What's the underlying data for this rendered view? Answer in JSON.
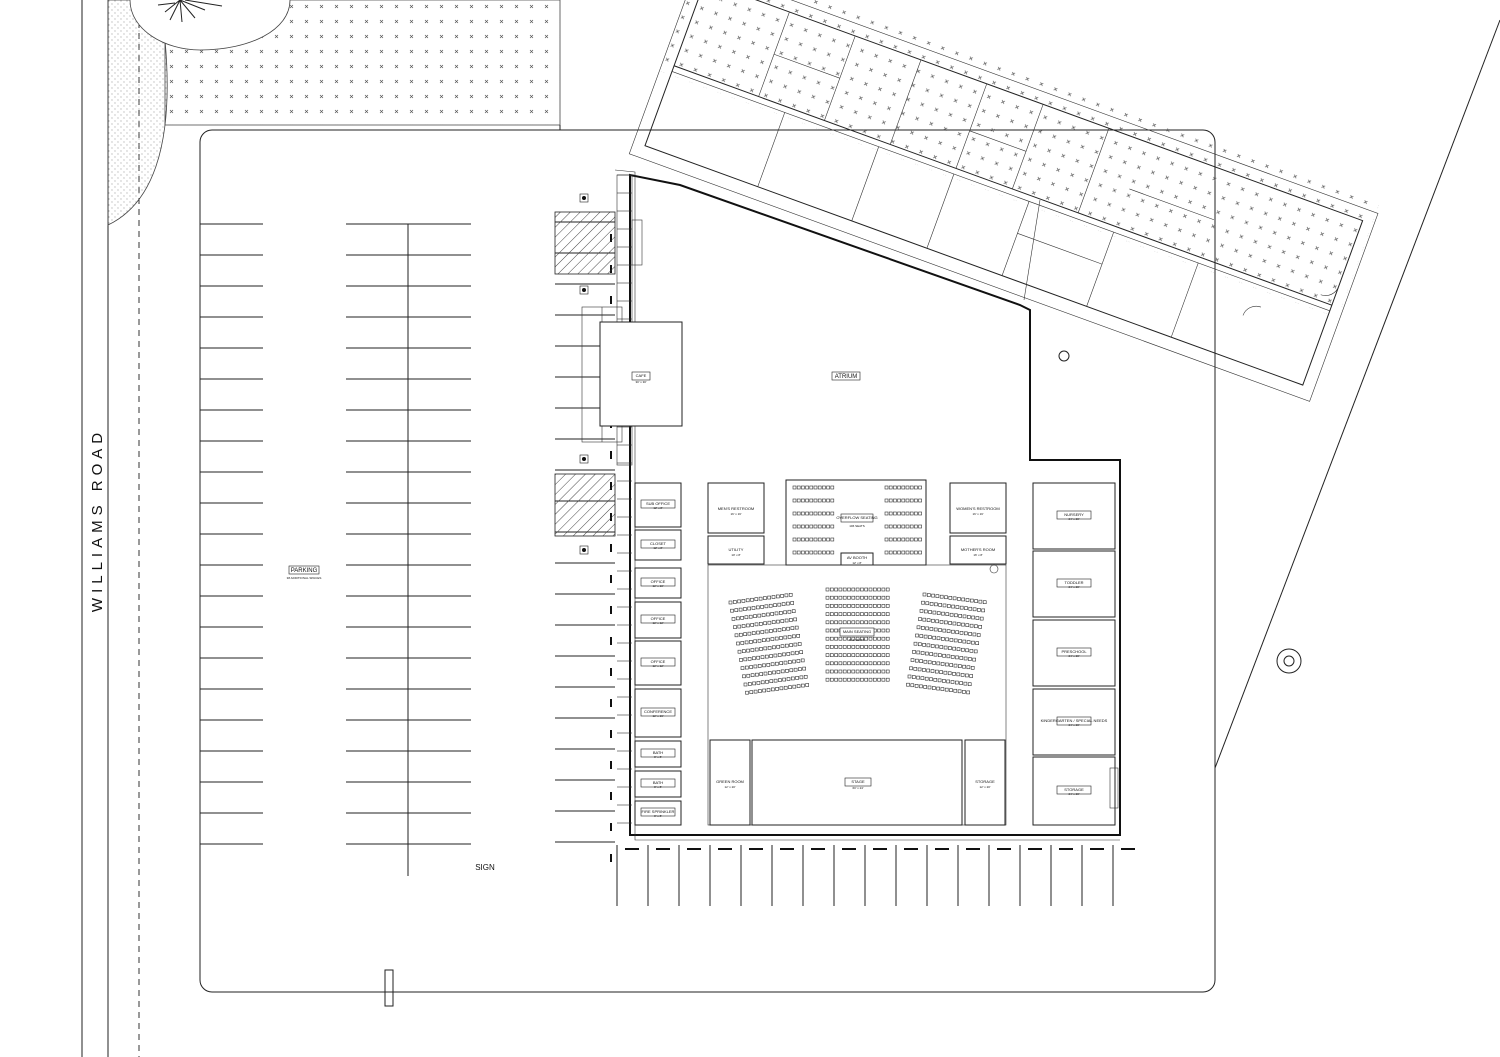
{
  "road": {
    "name": "WILLIAMS ROAD"
  },
  "site": {
    "sign_label": "SIGN"
  },
  "parking": {
    "label": "PARKING",
    "note": "38 ADDITIONAL SPACES"
  },
  "atrium": {
    "label": "ATRIUM"
  },
  "cafe": {
    "label": "CAFE",
    "dims": "30' x 30'"
  },
  "west_rooms": [
    {
      "key": "sub-office",
      "label": "SUB OFFICE",
      "dims": "12' x 8'"
    },
    {
      "key": "closet",
      "label": "CLOSET",
      "dims": "12' x 8'"
    },
    {
      "key": "office-1",
      "label": "OFFICE",
      "dims": "12' x 10'"
    },
    {
      "key": "office-2",
      "label": "OFFICE",
      "dims": "12' x 12'"
    },
    {
      "key": "office-3",
      "label": "OFFICE",
      "dims": "12' x 12'"
    },
    {
      "key": "conference",
      "label": "CONFERENCE",
      "dims": "12' x 16'"
    },
    {
      "key": "bath-1",
      "label": "BATH",
      "dims": "8' x 8'"
    },
    {
      "key": "bath-2",
      "label": "BATH",
      "dims": "8' x 8'"
    },
    {
      "key": "fire-sprinkler",
      "label": "FIRE SPRINKLER",
      "dims": "8' x 8'"
    }
  ],
  "center_rooms": [
    {
      "key": "mens-restroom",
      "label": "MEN'S RESTROOM",
      "dims": "16' x 16'"
    },
    {
      "key": "utility",
      "label": "UTILITY",
      "dims": "10' x 8'"
    },
    {
      "key": "womens-restroom",
      "label": "WOMEN'S RESTROOM",
      "dims": "16' x 16'"
    },
    {
      "key": "mothers-room",
      "label": "MOTHER'S ROOM",
      "dims": "16' x 8'"
    },
    {
      "key": "overflow",
      "label": "OVERFLOW SEATING",
      "dims": "106 SEATS"
    },
    {
      "key": "av-booth",
      "label": "AV BOOTH",
      "dims": "12' x 8'"
    },
    {
      "key": "main-seating",
      "label": "MAIN SEATING",
      "dims": "512 SEATS"
    },
    {
      "key": "green-room",
      "label": "GREEN ROOM",
      "dims": "12' x 20'"
    },
    {
      "key": "stage",
      "label": "STAGE",
      "dims": "60' x 24'"
    },
    {
      "key": "storage-c",
      "label": "STORAGE",
      "dims": "12' x 20'"
    }
  ],
  "east_rooms": [
    {
      "key": "nursery",
      "label": "NURSERY",
      "dims": "24' x 20'"
    },
    {
      "key": "toddler",
      "label": "TODDLER",
      "dims": "24' x 20'"
    },
    {
      "key": "preschool",
      "label": "PRESCHOOL",
      "dims": "24' x 20'"
    },
    {
      "key": "kindergarten",
      "label": "KINDERGARTEN / SPECIAL NEEDS",
      "dims": "24' x 20'"
    },
    {
      "key": "storage-e",
      "label": "STORAGE",
      "dims": "24' x 20'"
    }
  ]
}
